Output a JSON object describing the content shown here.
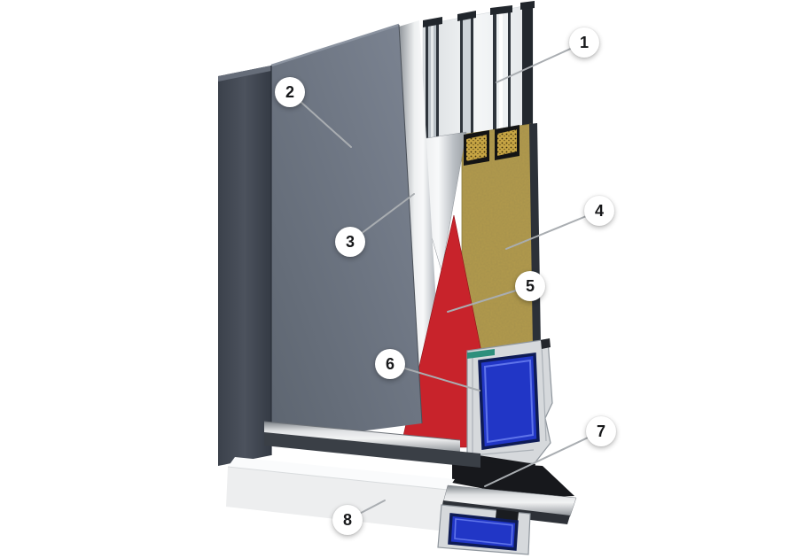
{
  "callouts": [
    {
      "number": "1"
    },
    {
      "number": "2"
    },
    {
      "number": "3"
    },
    {
      "number": "4"
    },
    {
      "number": "5"
    },
    {
      "number": "6"
    },
    {
      "number": "7"
    },
    {
      "number": "8"
    }
  ],
  "palette": {
    "background": "#ffffff",
    "panel_front_dark": "#5d6570",
    "panel_front_light": "#79818f",
    "panel_edge": "#434956",
    "aluminum_light": "#f4f5f6",
    "aluminum_dark": "#9aa0a5",
    "insulation": "#b29a4d",
    "accent_red": "#c8232b",
    "reinforcement_blue": "#2136c6",
    "pvc": "#d6d9dc",
    "seal_black": "#17181c",
    "sill_white": "#fafbfc",
    "glass_dark": "#2e343b",
    "glazing_strip_green": "#2e8f7c",
    "leader_line": "#a9adb1"
  }
}
